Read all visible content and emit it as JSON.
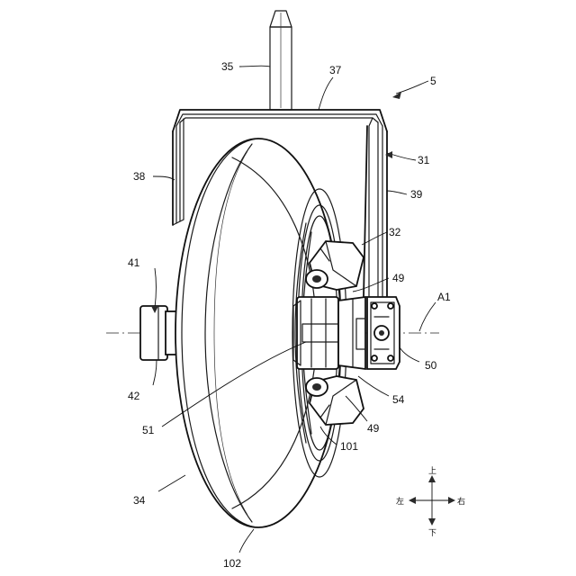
{
  "callouts": {
    "c5": "5",
    "c31": "31",
    "c32": "32",
    "c34": "34",
    "c35": "35",
    "c37": "37",
    "c38": "38",
    "c39": "39",
    "c41": "41",
    "c42": "42",
    "c49a": "49",
    "c49b": "49",
    "c50": "50",
    "c51": "51",
    "c54": "54",
    "c101": "101",
    "c102": "102",
    "cA1": "A1"
  },
  "directions": {
    "up": "上",
    "down": "下",
    "left": "左",
    "right": "右"
  }
}
